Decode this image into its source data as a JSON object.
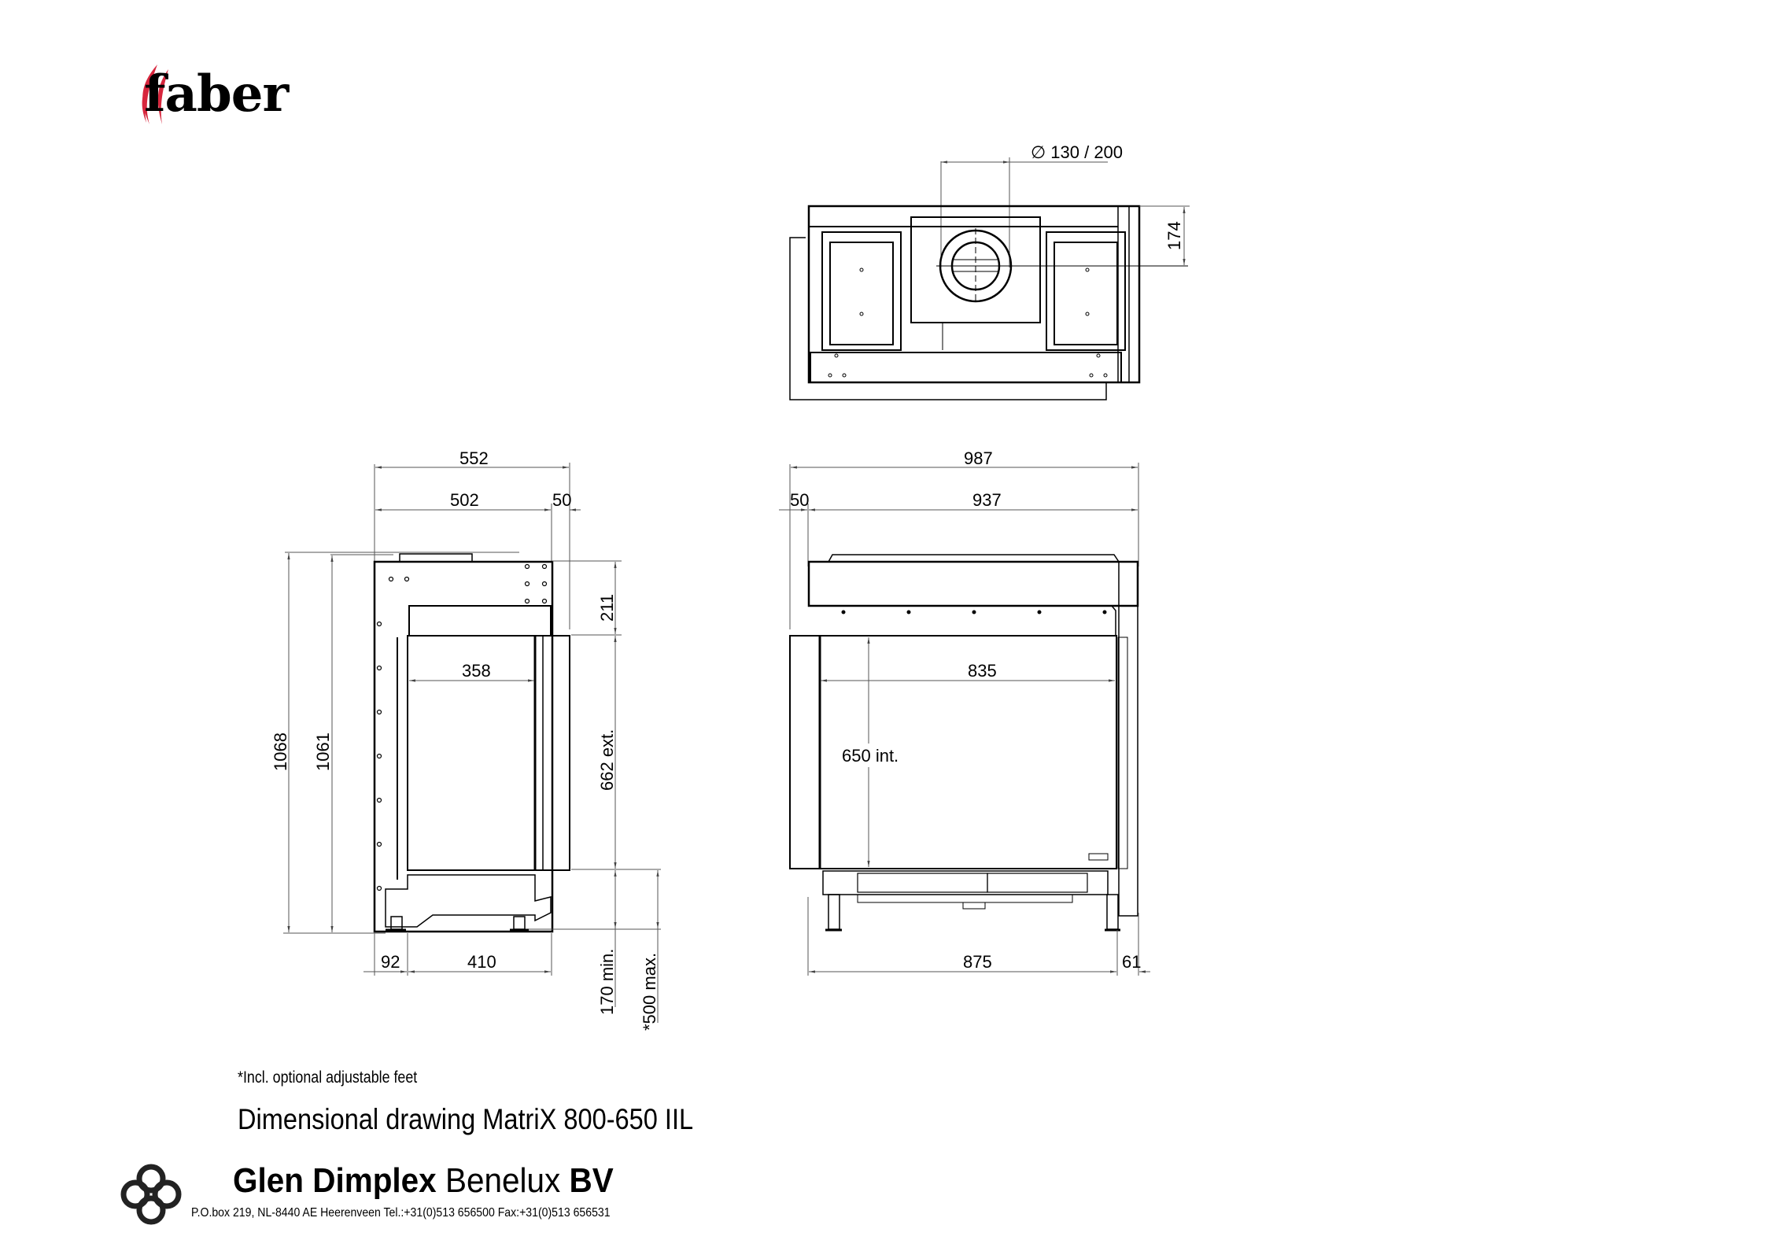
{
  "header": {
    "brand": "faber",
    "brand_color": "#d7263d"
  },
  "top_view": {
    "flue_diameter": "∅ 130 / 200",
    "flue_offset": "174"
  },
  "side_view": {
    "depth_total": "552",
    "depth_body": "502",
    "depth_offset": "50",
    "height_total": "1068",
    "height_body": "1061",
    "top_section": "211",
    "glass_height_ext": "662 ext.",
    "glass_width": "358",
    "feet_min": "170 min.",
    "feet_max": "*500 max.",
    "bottom_left": "92",
    "bottom_width": "410"
  },
  "front_view": {
    "width_total": "987",
    "width_offset": "50",
    "width_body": "937",
    "glass_width": "835",
    "glass_height_int": "650 int.",
    "bottom_width": "875",
    "bottom_right": "61"
  },
  "footer": {
    "note": "*Incl. optional adjustable feet",
    "title": "Dimensional drawing MatriX 800-650 IIL",
    "company_bold1": "Glen Dimplex",
    "company_regular": " Benelux ",
    "company_bold2": "BV",
    "address": "P.O.box 219, NL-8440 AE Heerenveen Tel.:+31(0)513 656500  Fax:+31(0)513 656531"
  }
}
